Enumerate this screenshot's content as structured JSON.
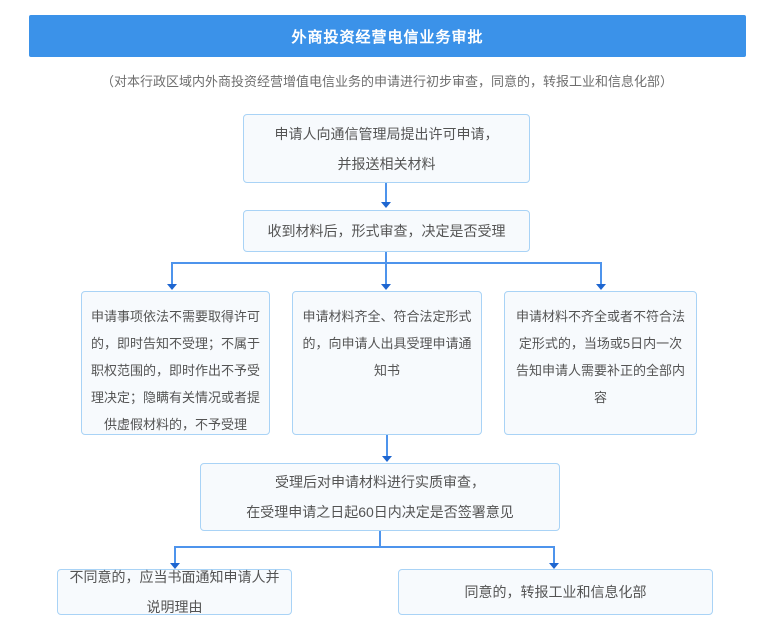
{
  "header": {
    "title": "外商投资经营电信业务审批"
  },
  "subtitle": "（对本行政区域内外商投资经营增值电信业务的申请进行初步审查，同意的，转报工业和信息化部）",
  "colors": {
    "header_bg": "#3B92E9",
    "line": "#4E94EC",
    "arrow": "#1E66D0",
    "box_border": "#A9D3F6",
    "box_bg": "#F7FAFD",
    "box_text": "#545454"
  },
  "nodes": {
    "apply": {
      "line1": "申请人向通信管理局提出许可申请，",
      "line2": "并报送相关材料"
    },
    "formal_review": {
      "text": "收到材料后，形式审查，决定是否受理"
    },
    "not_accepted": {
      "text": "申请事项依法不需要取得许可的，即时告知不受理；不属于职权范围的，即时作出不予受理决定；隐瞒有关情况或者提供虚假材料的，不予受理"
    },
    "accept_notice": {
      "text": "申请材料齐全、符合法定形式的，向申请人出具受理申请通知书"
    },
    "supplement_notice": {
      "text": "申请材料不齐全或者不符合法定形式的，当场或5日内一次告知申请人需要补正的全部内容"
    },
    "substantive_review": {
      "line1": "受理后对申请材料进行实质审查，",
      "line2": "在受理申请之日起60日内决定是否签署意见"
    },
    "disagree": {
      "text": "不同意的，应当书面通知申请人并说明理由"
    },
    "agree": {
      "text": "同意的，转报工业和信息化部"
    }
  }
}
